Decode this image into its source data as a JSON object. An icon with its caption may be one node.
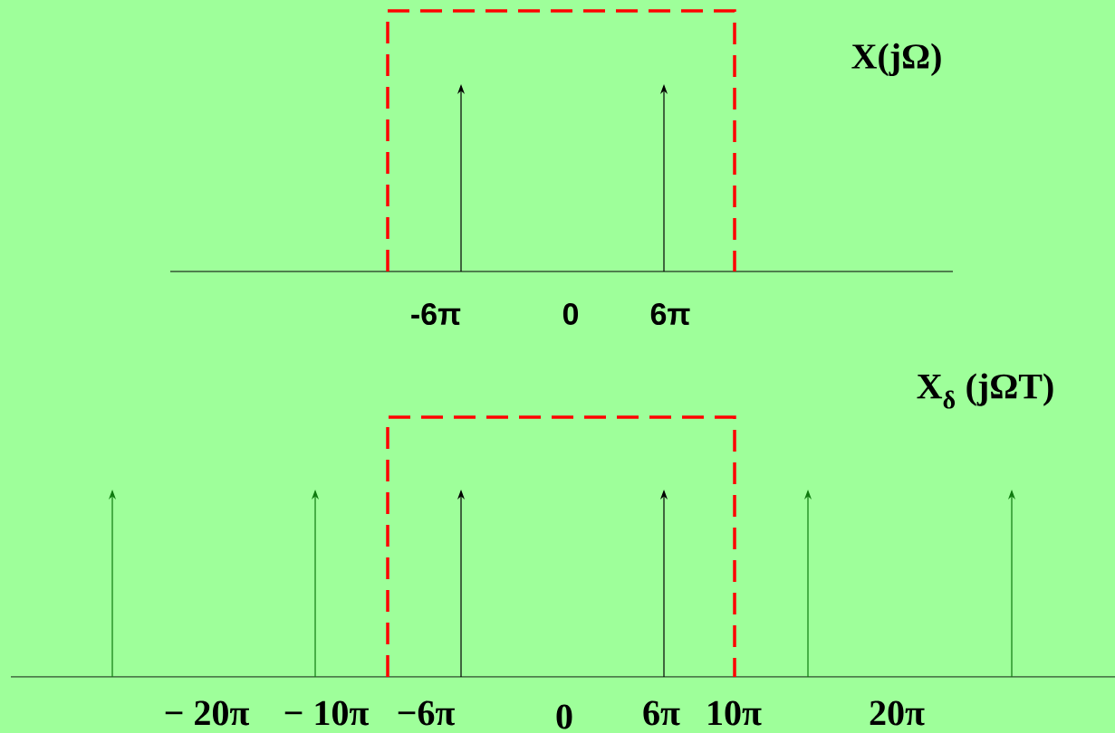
{
  "diagram": {
    "labels": [
      "X(jΩ)",
      "-6π",
      "0",
      "6π",
      "X$_{δ}$ (jΩT)",
      "− 20π",
      "− 10π",
      "−6π",
      "0",
      "6π",
      "10π",
      "20π"
    ]
  }
}
